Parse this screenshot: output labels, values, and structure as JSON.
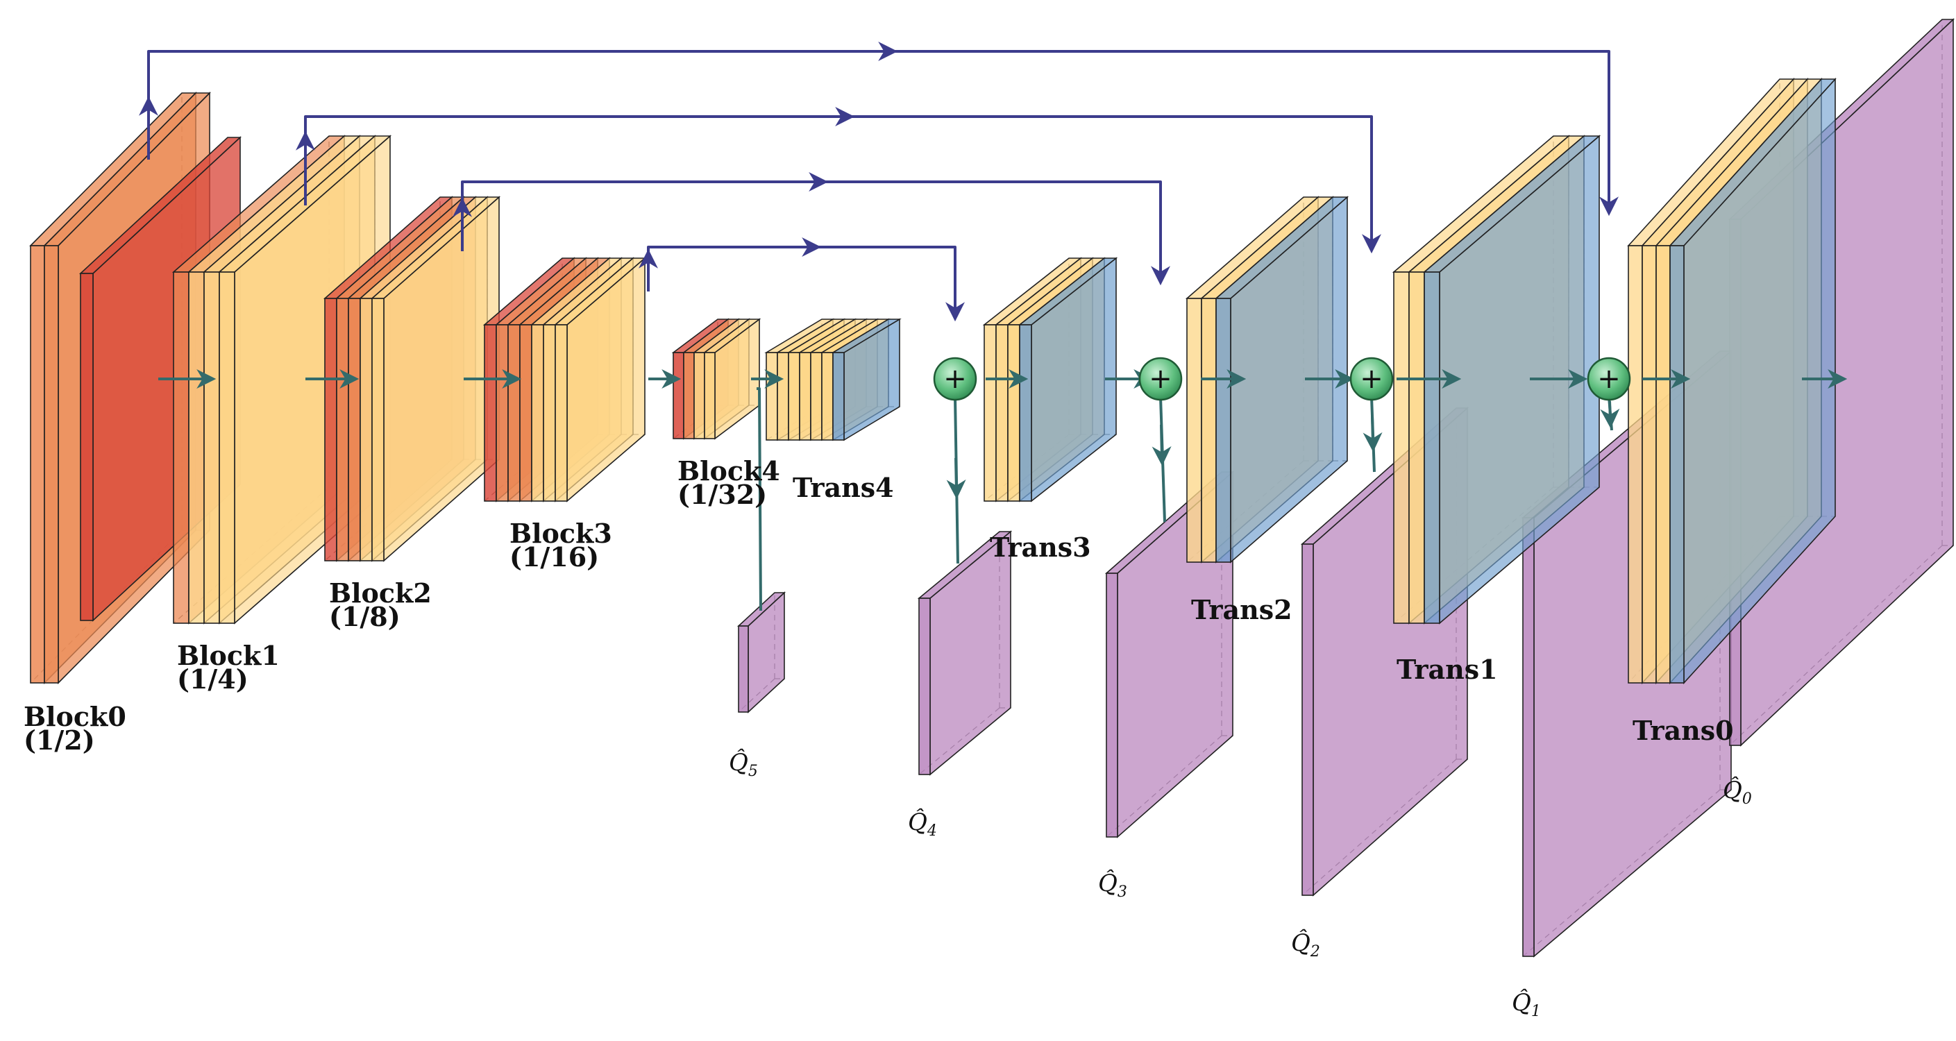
{
  "colors": {
    "red": "#d9473a",
    "orange": "#ec8a55",
    "yellow": "#fdd78a",
    "blue": "#6f9fcf",
    "purple": "#b884bd",
    "skip": "#3c3c8c",
    "flow": "#336b6b",
    "sum": "#5fbf7f"
  },
  "encoder": [
    {
      "name": "Block0",
      "scale": "(1/2)"
    },
    {
      "name": "Block1",
      "scale": "(1/4)"
    },
    {
      "name": "Block2",
      "scale": "(1/8)"
    },
    {
      "name": "Block3",
      "scale": "(1/16)"
    },
    {
      "name": "Block4",
      "scale": "(1/32)"
    }
  ],
  "decoder": [
    {
      "name": "Trans4"
    },
    {
      "name": "Trans3"
    },
    {
      "name": "Trans2"
    },
    {
      "name": "Trans1"
    },
    {
      "name": "Trans0"
    }
  ],
  "outputs": [
    {
      "symbol": "Q̂",
      "sub": "5"
    },
    {
      "symbol": "Q̂",
      "sub": "4"
    },
    {
      "symbol": "Q̂",
      "sub": "3"
    },
    {
      "symbol": "Q̂",
      "sub": "2"
    },
    {
      "symbol": "Q̂",
      "sub": "1"
    },
    {
      "symbol": "Q̂",
      "sub": "0"
    }
  ],
  "sum_symbol": "+"
}
